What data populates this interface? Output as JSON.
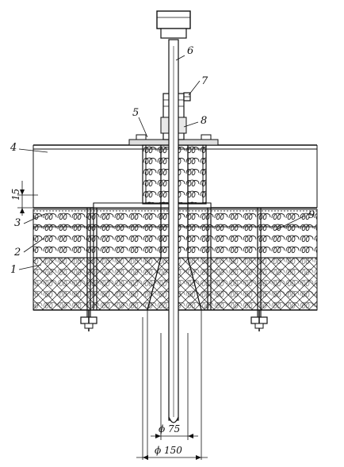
{
  "callouts": [
    "6",
    "7",
    "5",
    "8",
    "4",
    "15",
    "3",
    "9",
    "2",
    "1"
  ],
  "dimensions": {
    "inner": "ϕ 75",
    "outer": "ϕ 150"
  }
}
